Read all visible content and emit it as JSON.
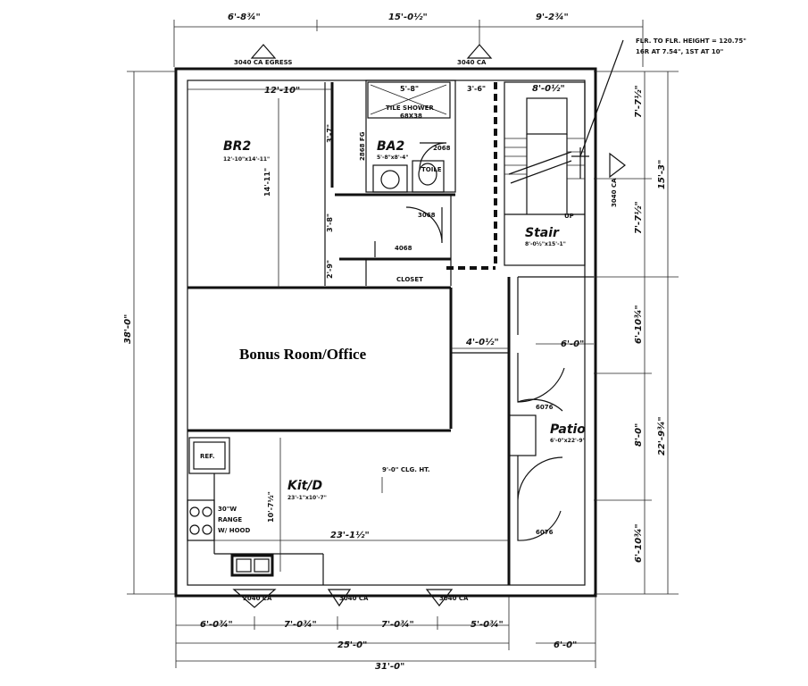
{
  "dimensions": {
    "top": [
      "6'-8¾\"",
      "15'-0½\"",
      "9'-2¾\""
    ],
    "bottom_row1": [
      "6'-0¾\"",
      "7'-0¾\"",
      "7'-0¾\"",
      "5'-0¾\""
    ],
    "bottom_row2": "25'-0\"",
    "bottom_row2_right": "6'-0\"",
    "bottom_row3": "31'-0\"",
    "left_total": "38'-0\"",
    "right_col1": [
      "7'-7½\"",
      "7'-7½\"",
      "6'-10¾\"",
      "8'-0\"",
      "6'-10¾\""
    ],
    "right_col2": [
      "15'-3\"",
      "22'-9¾\""
    ],
    "interior": {
      "br2_top": "12'-10\"",
      "ba2_top": "5'-8\"",
      "hall_top": "3'-6\"",
      "stair_top": "8'-0½\"",
      "br2_vert": "14'-11\"",
      "ba2_vert": "3'-7\"",
      "closet_vert_a": "3'-8\"",
      "closet_vert_b": "2'-9\"",
      "hall_width": "4'-0½\"",
      "patio_top": "6'-0\"",
      "kit_vert": "10'-7½\"",
      "kit_width": "23'-1½\""
    }
  },
  "notes": {
    "floor_height": "FLR. TO FLR. HEIGHT = 120.75\"",
    "risers": "16R AT 7.54\", 1ST AT 10\"",
    "ceiling": "9'-0\" CLG. HT."
  },
  "windows": {
    "top_left": "3040 CA EGRESS",
    "top_mid": "3040 CA",
    "br2_side": "2868 FG",
    "stair_side": "3040 CA",
    "bottom_left": "2040 CA",
    "bottom_mid": "3040 CA",
    "bottom_right": "3040 CA"
  },
  "doors": {
    "ba2_door": "2068",
    "hall_door": "3068",
    "closet_door": "4068",
    "patio_door_top": "6076",
    "patio_door_bottom": "6076"
  },
  "rooms": {
    "br2": {
      "name": "BR2",
      "size": "12'-10\"x14'-11\""
    },
    "ba2": {
      "name": "BA2",
      "size": "5'-8\"x8'-4\""
    },
    "shower": {
      "name": "TILE SHOWER",
      "size": "68X38"
    },
    "toilet": "TOILE",
    "stair": {
      "name": "Stair",
      "size": "8'-0½\"x15'-1\""
    },
    "closet": "CLOSET",
    "up": "UP",
    "bonus": "Bonus Room/Office",
    "kitchen": {
      "name": "Kit/D",
      "size": "23'-1\"x10'-7\""
    },
    "patio": {
      "name": "Patio",
      "size": "6'-0\"x22'-9\""
    },
    "ref": "REF.",
    "range": [
      "30\"W",
      "RANGE",
      "W/ HOOD"
    ]
  }
}
